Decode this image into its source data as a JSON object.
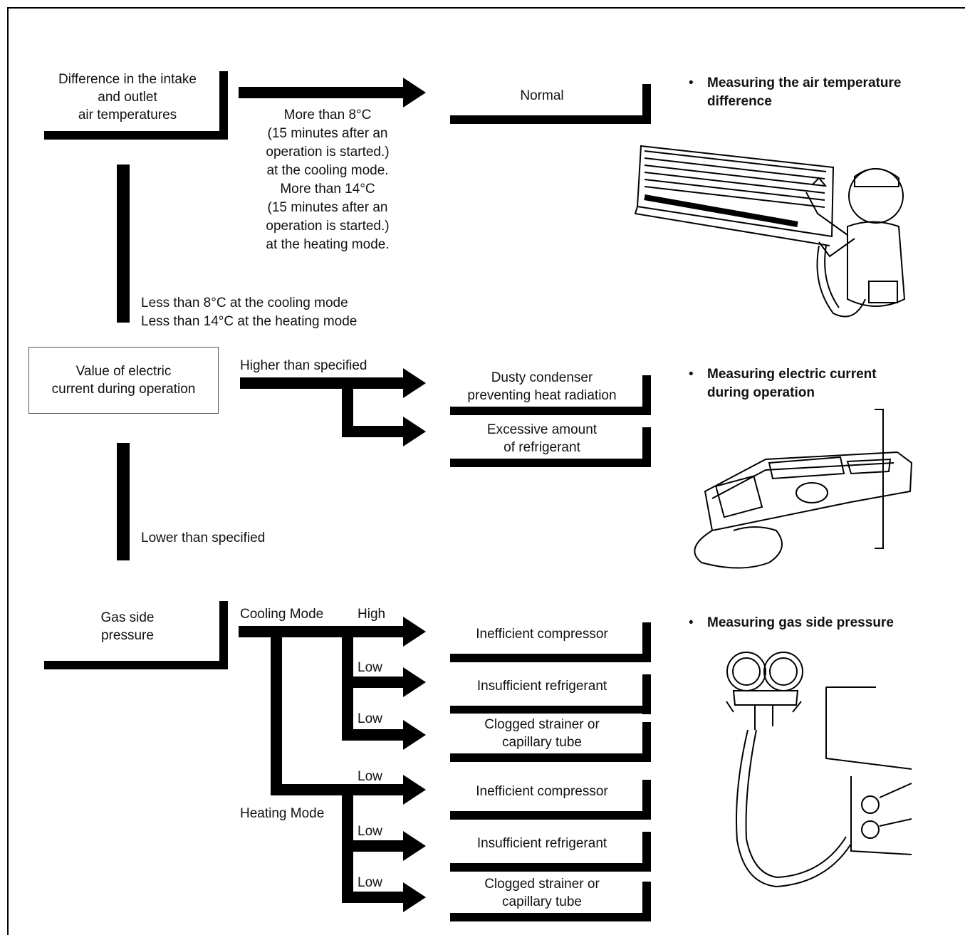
{
  "boxes": {
    "air_temp_diff": "Difference in the intake\nand outlet\nair temperatures",
    "electric_current": "Value of electric\ncurrent during operation",
    "gas_side_pressure": "Gas side\npressure"
  },
  "results": {
    "normal": "Normal",
    "dusty_condenser": "Dusty condenser\npreventing heat radiation",
    "excessive_refrigerant": "Excessive amount\nof refrigerant",
    "cooling_inefficient_compressor": "Inefficient compressor",
    "cooling_insufficient_refrigerant": "Insufficient refrigerant",
    "cooling_clogged_strainer": "Clogged strainer or\ncapillary tube",
    "heating_inefficient_compressor": "Inefficient compressor",
    "heating_insufficient_refrigerant": "Insufficient refrigerant",
    "heating_clogged_strainer": "Clogged strainer or\ncapillary tube"
  },
  "labels": {
    "more_than_condition": "More than 8°C\n(15 minutes after an\noperation is started.)\nat the cooling mode.\nMore than 14°C\n(15 minutes after an\noperation is started.)\nat the heating mode.",
    "less_than_condition": "Less than 8°C at the cooling mode\nLess than 14°C at the heating mode",
    "higher_than_specified": "Higher than specified",
    "lower_than_specified": "Lower than specified",
    "cooling_mode": "Cooling Mode",
    "heating_mode": "Heating Mode",
    "high": "High",
    "low": "Low"
  },
  "notes": {
    "air_temp": "Measuring the air temperature\ndifference",
    "electric_current": "Measuring electric current\nduring operation",
    "gas_pressure": "Measuring gas side pressure"
  },
  "illustrations": {
    "air_temp": "technician-thermometer-indoor-unit-illustration",
    "electric_current": "clamp-meter-illustration",
    "gas_pressure": "gauge-manifold-illustration"
  }
}
